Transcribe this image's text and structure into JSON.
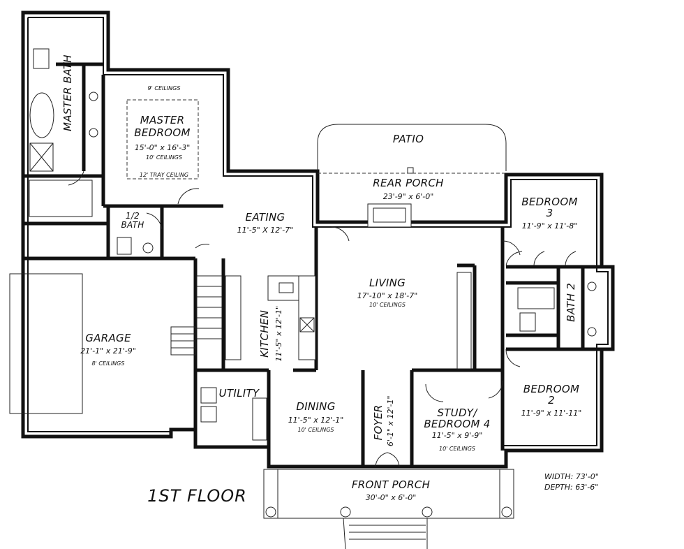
{
  "plan": {
    "title": "1ST FLOOR",
    "width": "WIDTH: 73'-0\"",
    "depth": "DEPTH: 63'-6\"",
    "rooms": {
      "master_bath": "MASTER BATH",
      "master_bedroom": {
        "name1": "MASTER",
        "name2": "BEDROOM",
        "dim": "15'-0\" x 16'-3\"",
        "ceiling": "10' CEILINGS",
        "ceiling_top": "9' CEILINGS",
        "tray": "12' TRAY CEILING"
      },
      "half_bath": {
        "name1": "1/2",
        "name2": "BATH"
      },
      "eating": {
        "name": "EATING",
        "dim": "11'-5\" X 12'-7\""
      },
      "patio": "PATIO",
      "rear_porch": {
        "name": "REAR PORCH",
        "dim": "23'-9\" x 6'-0\""
      },
      "bedroom3": {
        "name1": "BEDROOM",
        "name2": "3",
        "dim": "11'-9\" x 11'-8\""
      },
      "living": {
        "name": "LIVING",
        "dim": "17'-10\" x 18'-7\"",
        "ceiling": "10' CEILINGS"
      },
      "bath2": "BATH 2",
      "garage": {
        "name": "GARAGE",
        "dim": "21'-1\" x 21'-9\"",
        "ceiling": "8' CEILINGS"
      },
      "kitchen": {
        "name": "KITCHEN",
        "dim": "11'-5\" x 12'-1\""
      },
      "utility": "UTILITY",
      "dining": {
        "name": "DINING",
        "dim": "11'-5\" x 12'-1\"",
        "ceiling": "10' CEILINGS"
      },
      "foyer": {
        "name": "FOYER",
        "dim": "6'-1\" x 12'-1\""
      },
      "study": {
        "name1": "STUDY/",
        "name2": "BEDROOM 4",
        "dim": "11'-5\" x 9'-9\"",
        "ceiling": "10' CEILINGS"
      },
      "bedroom2": {
        "name1": "BEDROOM",
        "name2": "2",
        "dim": "11'-9\" x 11'-11\""
      },
      "front_porch": {
        "name": "FRONT PORCH",
        "dim": "30'-0\" x 6'-0\""
      }
    }
  }
}
